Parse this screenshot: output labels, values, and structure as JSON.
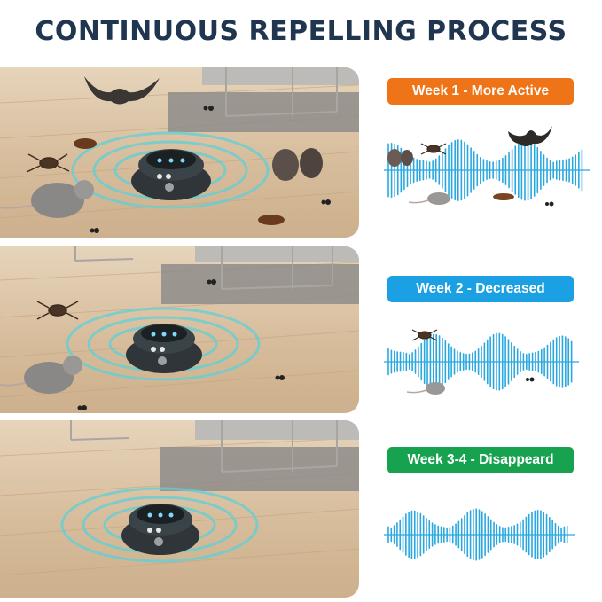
{
  "title": "CONTINUOUS REPELLING PROCESS",
  "colors": {
    "title": "#1f3550",
    "week1": "#ef7418",
    "week2": "#1ba0e4",
    "week3": "#17a24f",
    "wave": "#29a8e0"
  },
  "stages": [
    {
      "label": "Week 1 - More Active",
      "pests": [
        "bat",
        "rat",
        "rat",
        "spider",
        "cockroach",
        "ant"
      ]
    },
    {
      "label": "Week 2 - Decreased",
      "pests": [
        "spider",
        "rat",
        "ant"
      ]
    },
    {
      "label": "Week 3-4 - Disappeard",
      "pests": []
    }
  ],
  "icons": [
    "repeller-device",
    "ultrasonic-wave",
    "bat-icon",
    "rat-icon",
    "spider-icon",
    "cockroach-icon",
    "ant-icon"
  ]
}
